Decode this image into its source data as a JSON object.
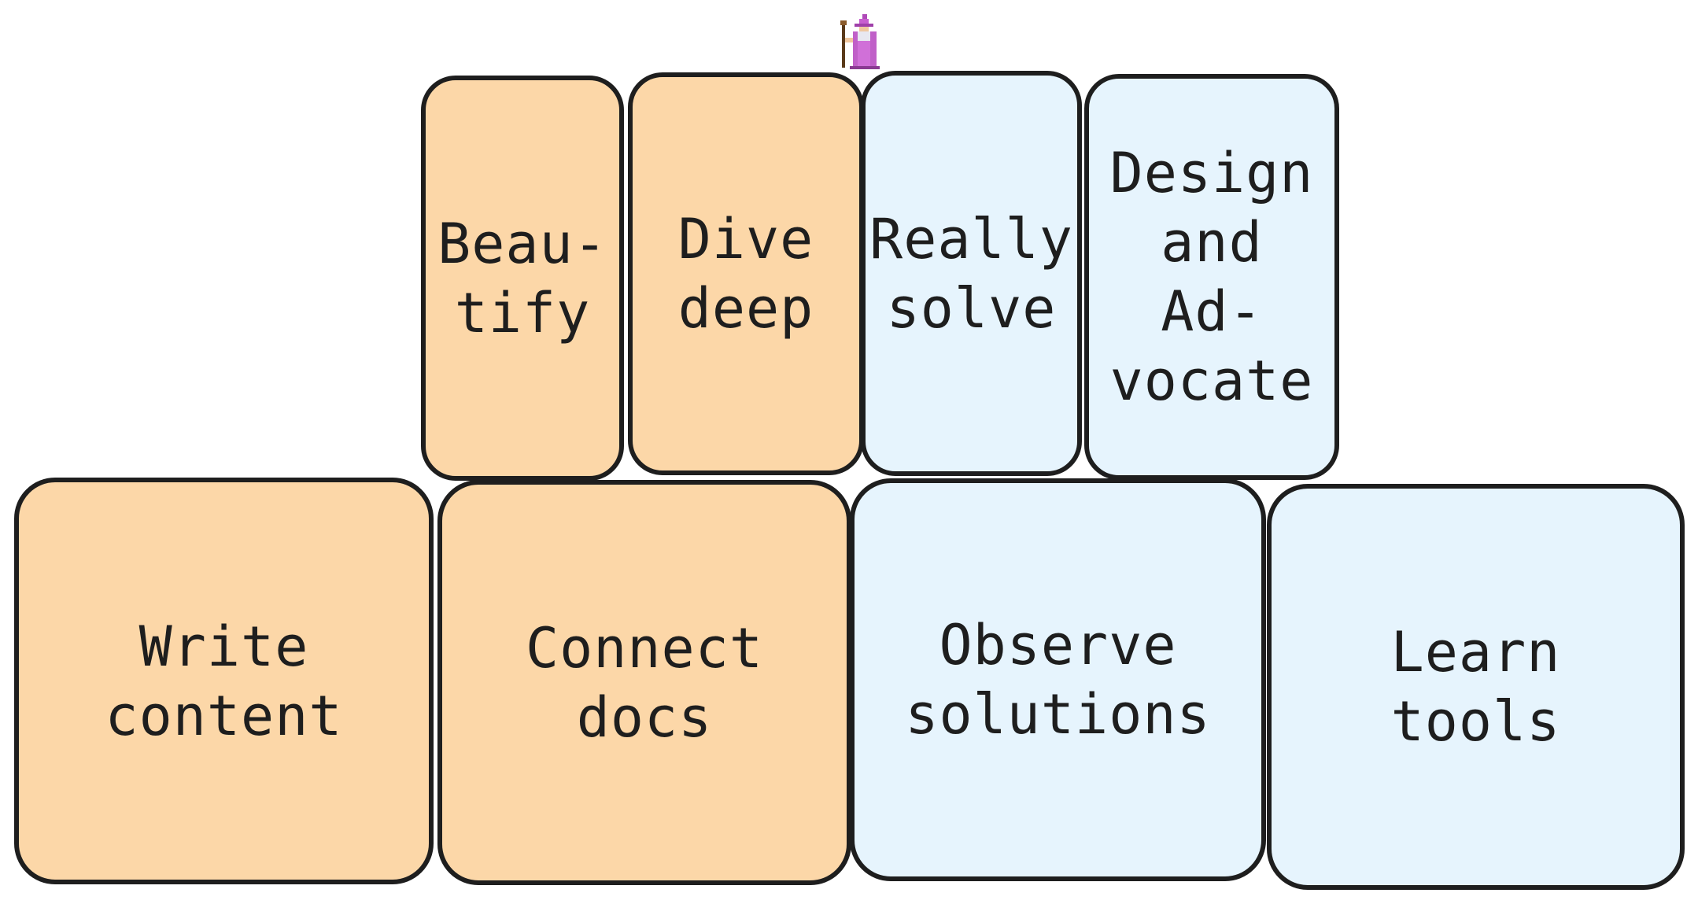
{
  "wizard_icon": "wizard-icon",
  "colors": {
    "orange_fill": "#fcd7a8",
    "blue_fill": "#e6f4fd",
    "stroke": "#1e1e1e"
  },
  "top_row": {
    "beautify": "Beau-\ntify",
    "dive_deep": "Dive\ndeep",
    "really_solve": "Really\nsolve",
    "design_advocate": "Design\nand\nAd-\nvocate"
  },
  "bottom_row": {
    "write_content": "Write\ncontent",
    "connect_docs": "Connect\ndocs",
    "observe_solutions": "Observe\nsolutions",
    "learn_tools": "Learn\ntools"
  }
}
